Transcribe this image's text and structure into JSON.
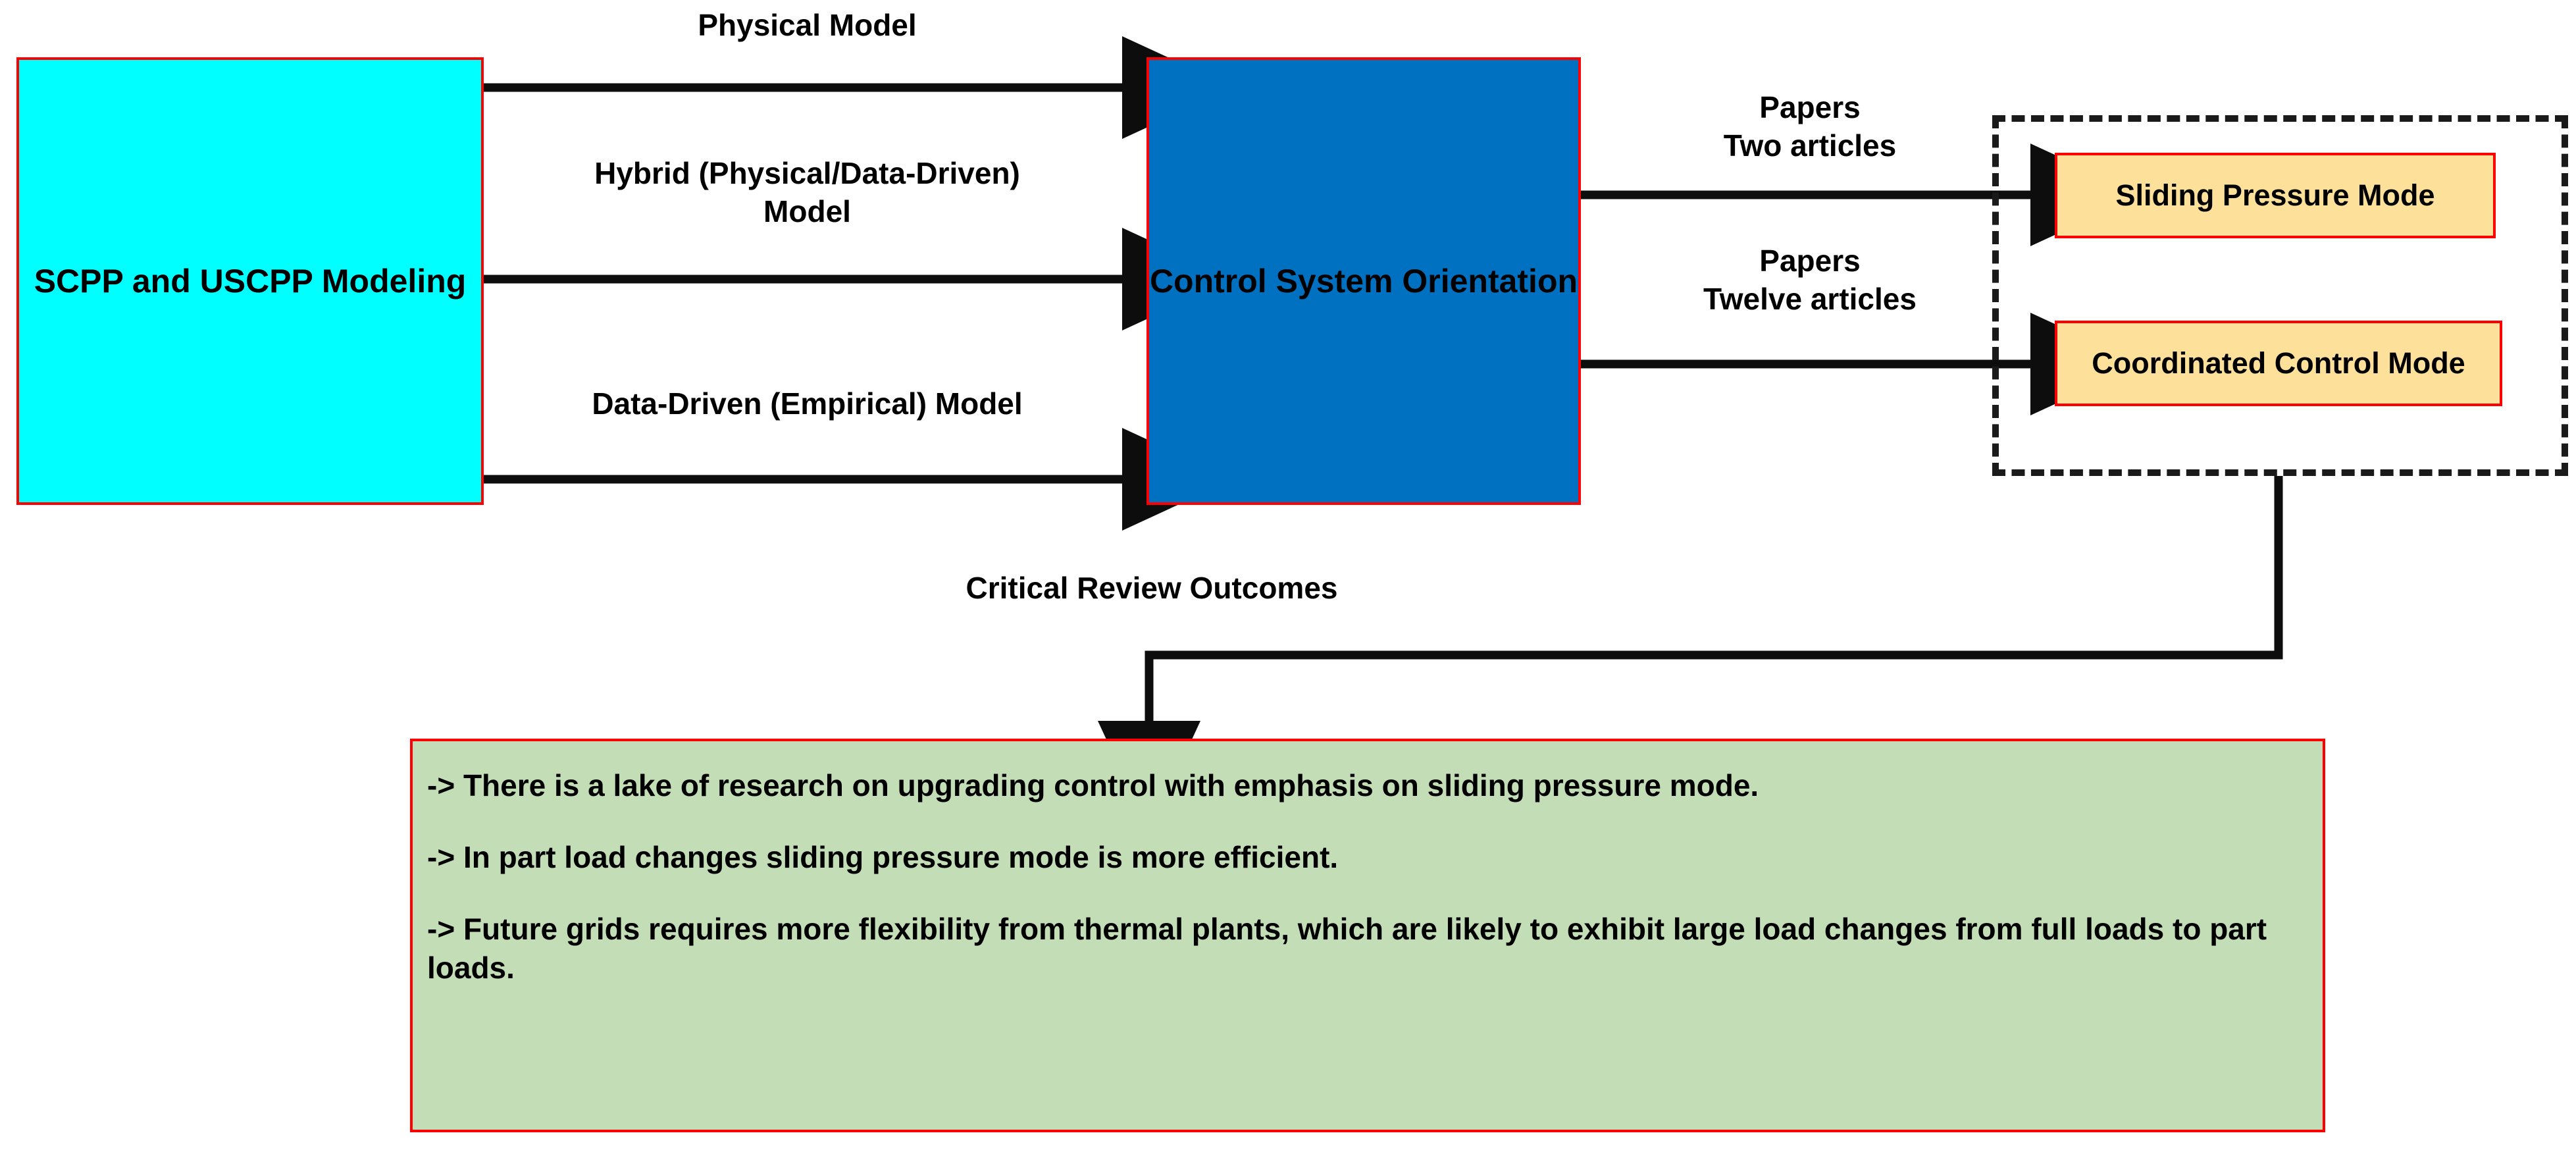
{
  "diagram": {
    "nodes": {
      "source": "SCPP and USCPP Modeling",
      "hub": "Control System Orientation",
      "mode_sliding": "Sliding Pressure Mode",
      "mode_coordinated": "Coordinated Control Mode"
    },
    "edge_labels": {
      "physical": "Physical Model",
      "hybrid_line1": "Hybrid (Physical/Data-Driven)",
      "hybrid_line2": "Model",
      "data_driven": "Data-Driven (Empirical) Model",
      "papers_two_line1": "Papers",
      "papers_two_line2": "Two articles",
      "papers_twelve_line1": "Papers",
      "papers_twelve_line2": "Twelve articles",
      "outcomes": "Critical Review Outcomes"
    },
    "outcomes": [
      "-> There is a lake of research on upgrading control with emphasis on sliding pressure mode.",
      "-> In part load changes sliding pressure mode is more efficient.",
      "-> Future grids requires more flexibility from thermal plants, which are likely to exhibit large load changes from full loads to part loads."
    ],
    "colors": {
      "source_fill": "#00ffff",
      "hub_fill": "#0070c0",
      "mode_fill": "#fde099",
      "outcome_fill": "#c3ddb7",
      "border": "#ff0000",
      "connector": "#1a1a1a"
    }
  }
}
